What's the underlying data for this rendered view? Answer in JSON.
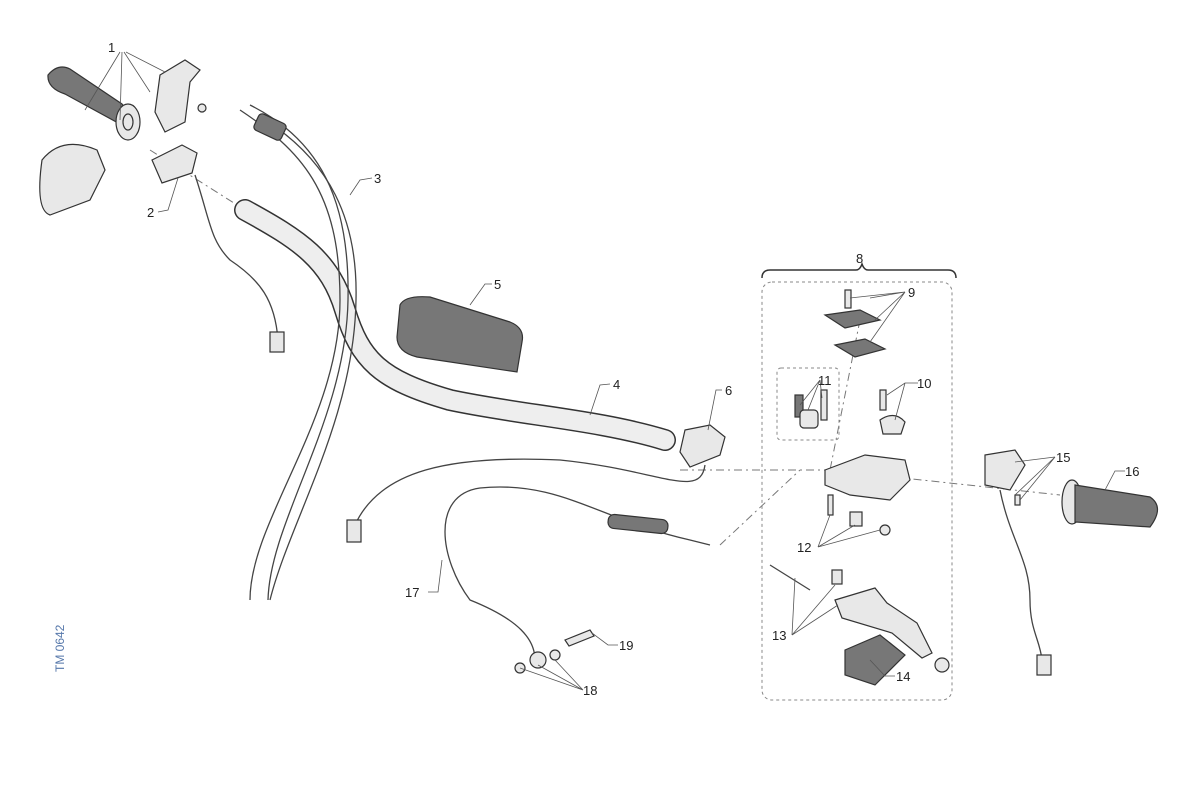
{
  "diagram": {
    "reference_code": "TM 0642",
    "callouts": [
      "1",
      "2",
      "3",
      "4",
      "5",
      "6",
      "8",
      "9",
      "10",
      "11",
      "12",
      "13",
      "14",
      "15",
      "16",
      "17",
      "18",
      "19"
    ]
  }
}
